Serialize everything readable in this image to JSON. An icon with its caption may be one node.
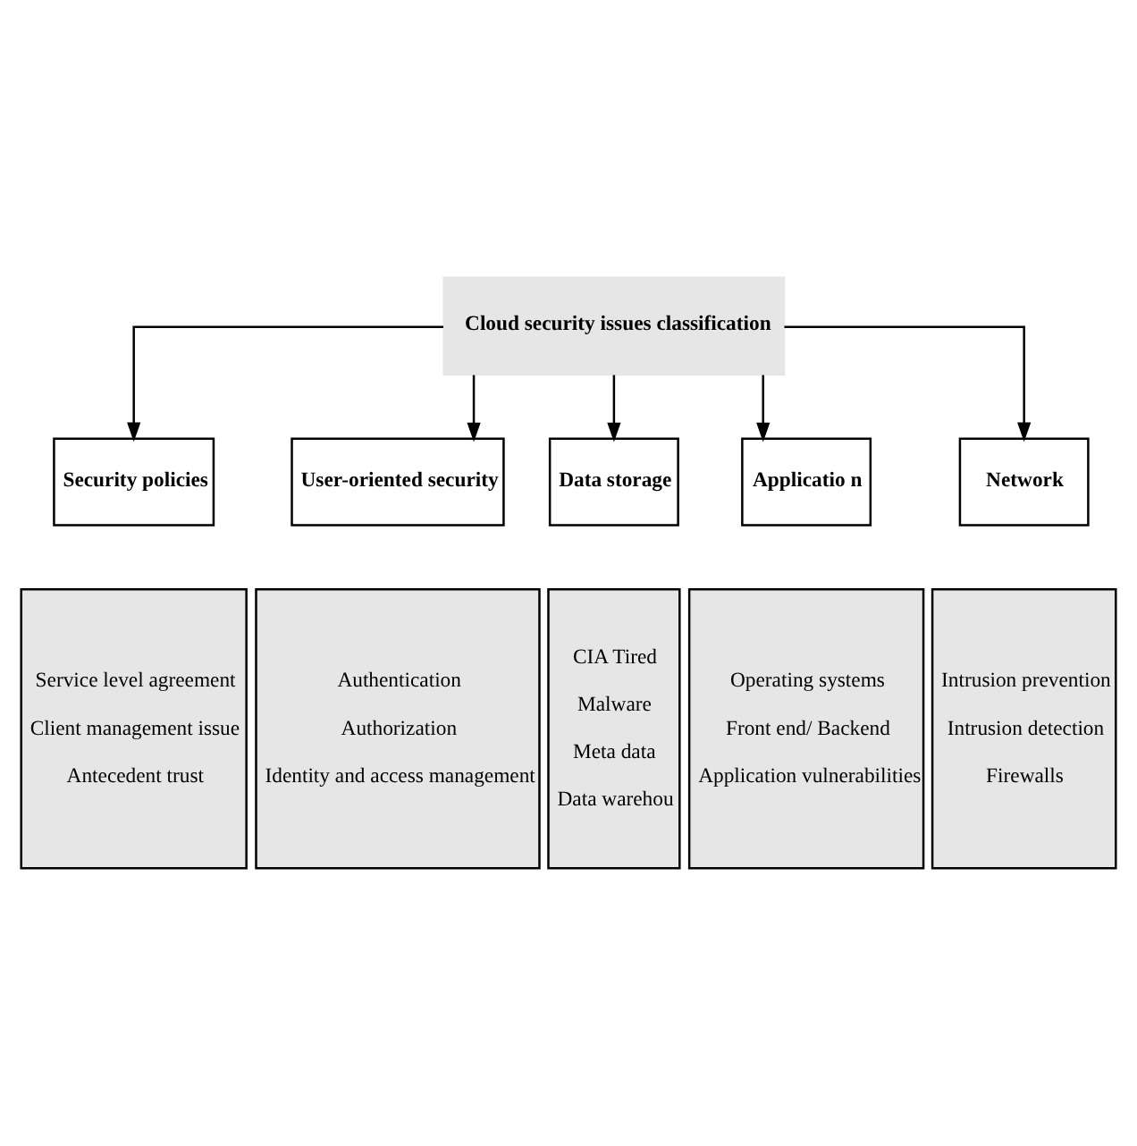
{
  "diagram": {
    "nodes": [
      {
        "text": [
          "Cloud security issues classification"
        ]
      },
      {
        "text": [
          "Security policies"
        ]
      },
      {
        "text": [
          "Service level agreement",
          "Client management issue",
          "Antecedent trust"
        ]
      },
      {
        "text": [
          "User-oriented security"
        ]
      },
      {
        "text": [
          "Authentication",
          "Authorization",
          "Identity and access management"
        ]
      },
      {
        "text": [
          "Data storage"
        ]
      },
      {
        "text": [
          "CIA Tired",
          "Malware",
          "Meta data",
          "Data warehou"
        ]
      },
      {
        "text": [
          "Applicatio n"
        ]
      },
      {
        "text": [
          "Operating systems",
          "Front end/ Backend",
          "Application vulnerabilities"
        ]
      },
      {
        "text": [
          "Network"
        ]
      },
      {
        "text": [
          "Intrusion prevention",
          "Intrusion detection",
          "Firewalls"
        ]
      }
    ],
    "edges": [
      {
        "from": 0,
        "to": 1,
        "arrow": "to"
      },
      {
        "from": 0,
        "to": 3,
        "arrow": "to"
      },
      {
        "from": 0,
        "to": 5,
        "arrow": "to"
      },
      {
        "from": 0,
        "to": 7,
        "arrow": "to"
      },
      {
        "from": 0,
        "to": 9,
        "arrow": "to"
      }
    ]
  }
}
